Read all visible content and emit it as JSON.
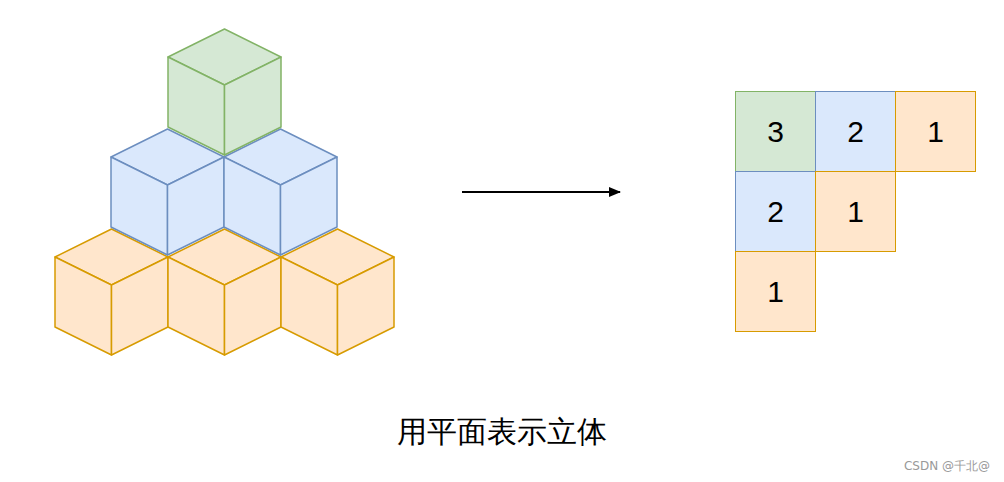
{
  "diagram": {
    "caption": "用平面表示立体",
    "nodes": [
      {
        "text": [
          "3"
        ]
      },
      {
        "text": [
          "2"
        ]
      },
      {
        "text": [
          "1"
        ]
      },
      {
        "text": [
          "2"
        ]
      },
      {
        "text": [
          "1"
        ]
      },
      {
        "text": [
          "1"
        ]
      }
    ],
    "labels": [
      "CSDN @千北@"
    ]
  }
}
